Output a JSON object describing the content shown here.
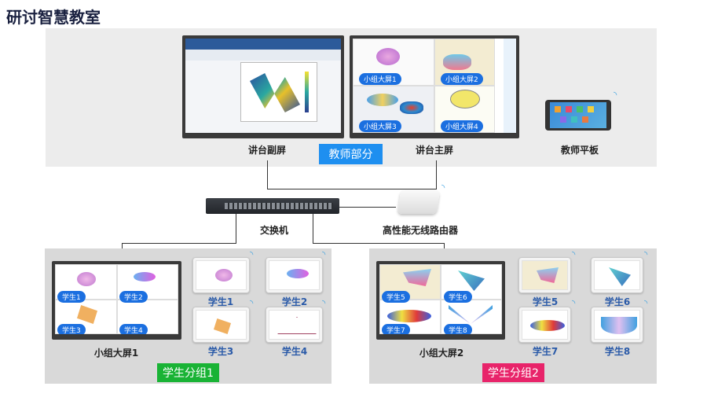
{
  "title": "研讨智慧教室",
  "teacher": {
    "section_label": "教师部分",
    "sub_screen_label": "讲台副屏",
    "main_screen_label": "讲台主屏",
    "tablet_label": "教师平板",
    "main_screen_tags": [
      "小组大屏1",
      "小组大屏2",
      "小组大屏3",
      "小组大屏4"
    ]
  },
  "network": {
    "switch_label": "交换机",
    "router_label": "高性能无线路由器"
  },
  "groups": [
    {
      "button_label": "学生分组1",
      "button_color": "#19b335",
      "screen_label": "小组大屏1",
      "screen_tags": [
        "学生1",
        "学生2",
        "学生3",
        "学生4"
      ],
      "tablets": [
        "学生1",
        "学生2",
        "学生3",
        "学生4"
      ]
    },
    {
      "button_label": "学生分组2",
      "button_color": "#e8246a",
      "screen_label": "小组大屏2",
      "screen_tags": [
        "学生5",
        "学生6",
        "学生7",
        "学生8"
      ],
      "tablets": [
        "学生5",
        "学生6",
        "学生7",
        "学生8"
      ]
    }
  ],
  "colors": {
    "teacher_button": "#1e8ff0",
    "wifi": "#3aa0e0"
  }
}
